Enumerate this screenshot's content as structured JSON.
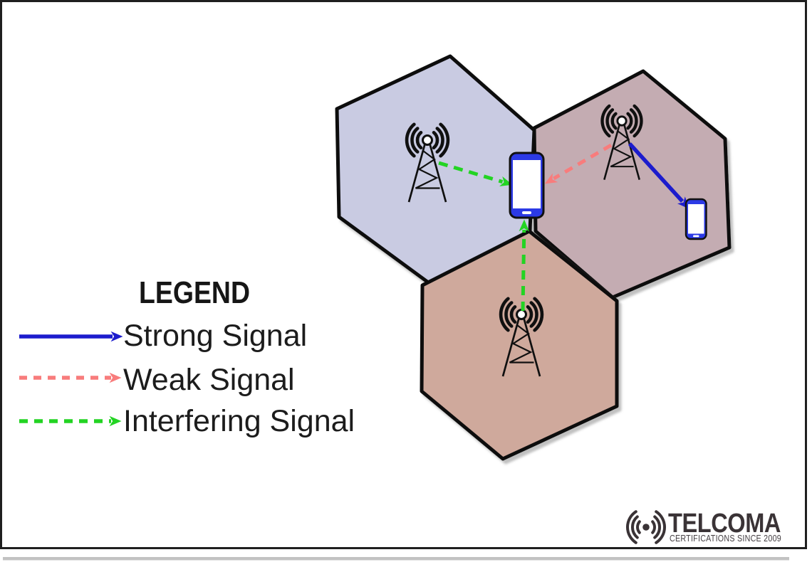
{
  "canvas": {
    "background": "#ffffff",
    "border_color": "#1f1f1f"
  },
  "legend": {
    "title": "LEGEND",
    "items": [
      {
        "label": "Strong Signal",
        "line_style": "solid",
        "color": "#1c1ccd"
      },
      {
        "label": "Weak Signal",
        "line_style": "dashed",
        "color": "#f87c7c"
      },
      {
        "label": "Interfering Signal",
        "line_style": "dashed",
        "color": "#23d423"
      }
    ]
  },
  "diagram": {
    "cells": [
      {
        "name": "left-cell",
        "fill": "#c9cbe2"
      },
      {
        "name": "right-cell",
        "fill": "#c4acb2"
      },
      {
        "name": "bottom-cell",
        "fill": "#cfa99c"
      }
    ],
    "towers": [
      {
        "name": "left-tower"
      },
      {
        "name": "right-tower"
      },
      {
        "name": "bottom-tower"
      }
    ],
    "phones": [
      {
        "name": "center-phone"
      },
      {
        "name": "right-phone"
      }
    ],
    "signals": [
      {
        "type": "interfering",
        "from": "left-tower",
        "to": "center-phone",
        "color": "#23d423"
      },
      {
        "type": "weak",
        "from": "right-tower",
        "to": "center-phone",
        "color": "#f87c7c"
      },
      {
        "type": "strong",
        "from": "right-tower",
        "to": "right-phone",
        "color": "#1c1ccd"
      },
      {
        "type": "interfering",
        "from": "bottom-tower",
        "to": "center-phone",
        "color": "#23d423"
      }
    ],
    "phone_color": "#2c3ae6"
  },
  "logo": {
    "brand": "TELCOMA",
    "tagline": "CERTIFICATIONS SINCE 2009",
    "color": "#3a3336",
    "tagline_color": "#464044"
  }
}
